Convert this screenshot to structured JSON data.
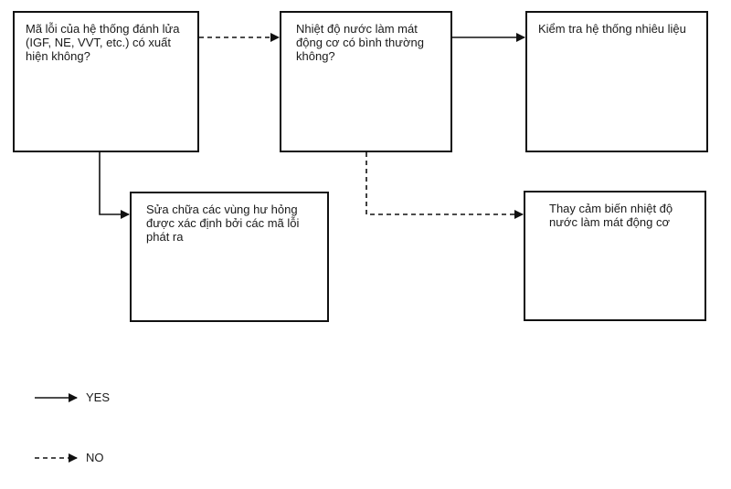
{
  "nodes": {
    "ignition_codes_question": "Mã lỗi của hệ thống đánh lửa (IGF, NE, VVT, etc.) có xuất hiện không?",
    "coolant_temp_question": "Nhiệt độ nước làm mát động cơ có bình thường không?",
    "check_fuel_system": "Kiểm tra hệ thống nhiêu liệu",
    "repair_by_codes": "Sửa chữa các vùng hư hỏng được xác định bởi các mã lỗi phát ra",
    "replace_coolant_sensor": "Thay cảm biến nhiệt độ nước làm mát động cơ"
  },
  "legend": {
    "yes": "YES",
    "no": "NO"
  },
  "line_styles": {
    "yes": "solid",
    "no": "dashed"
  },
  "colors": {
    "stroke": "#111111",
    "text": "#1a1a1a",
    "background": "#ffffff"
  }
}
